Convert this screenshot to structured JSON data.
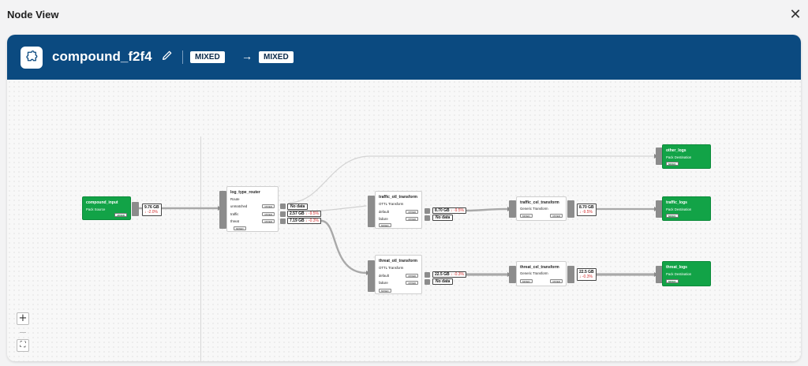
{
  "modal": {
    "title": "Node View"
  },
  "header": {
    "pipeline_name": "compound_f2f4",
    "input_type": "MIXED",
    "output_type": "MIXED"
  },
  "nodes": {
    "compound_input": {
      "name": "compound_input",
      "subtitle": "Pack Source",
      "tag": "MIXED"
    },
    "log_type_router": {
      "name": "log_type_router",
      "subtitle": "Route",
      "rows": [
        {
          "label": "unmatched",
          "tag": "MIXED"
        },
        {
          "label": "traffic",
          "tag": "MIXED"
        },
        {
          "label": "threat",
          "tag": "MIXED"
        }
      ],
      "tag": "MIXED"
    },
    "traffic_otl_transform": {
      "name": "traffic_otl_transform",
      "subtitle": "OTTL Transform",
      "rows": [
        {
          "label": "default",
          "tag": "MIXED"
        },
        {
          "label": "failure",
          "tag": "MIXED"
        }
      ],
      "tag": "MIXED"
    },
    "threat_otl_transform": {
      "name": "threat_otl_transform",
      "subtitle": "OTTL Transform",
      "rows": [
        {
          "label": "default",
          "tag": "MIXED"
        },
        {
          "label": "failure",
          "tag": "MIXED"
        }
      ],
      "tag": "MIXED"
    },
    "traffic_cel_transform": {
      "name": "traffic_cel_transform",
      "subtitle": "Generic Transform",
      "tag_in": "MIXED",
      "tag_out": "MIXED"
    },
    "threat_cel_transform": {
      "name": "threat_cel_transform",
      "subtitle": "Generic Transform",
      "tag_in": "MIXED",
      "tag_out": "MIXED"
    },
    "other_logs": {
      "name": "other_logs",
      "subtitle": "Pack Destination",
      "tag": "MIXED"
    },
    "traffic_logs": {
      "name": "traffic_logs",
      "subtitle": "Pack Destination",
      "tag": "MIXED"
    },
    "threat_logs": {
      "name": "threat_logs",
      "subtitle": "Pack Destination",
      "tag": "MIXED"
    }
  },
  "metrics": {
    "input_out": {
      "value": "9.76 GB",
      "delta": "↓ -2.0%"
    },
    "router_unmatched": {
      "value": "No data"
    },
    "router_traffic": {
      "value": "2.57 GB",
      "delta": "↓ -9.5%"
    },
    "router_threat": {
      "value": "7.19 GB",
      "delta": "↓ -0.3%"
    },
    "traffic_ottl_default": {
      "value": "8.70 GB",
      "delta": "↓ -9.5%"
    },
    "traffic_ottl_failure": {
      "value": "No data"
    },
    "threat_ottl_default": {
      "value": "22.5 GB",
      "delta": "↓ -0.3%"
    },
    "threat_ottl_failure": {
      "value": "No data"
    },
    "traffic_cel_out": {
      "value": "8.70 GB",
      "delta": "↓ -9.5%"
    },
    "threat_cel_out": {
      "value": "22.5 GB",
      "delta": "↓ -0.3%"
    }
  },
  "controls": {
    "zoom_in": "+",
    "fit": "⛶"
  }
}
